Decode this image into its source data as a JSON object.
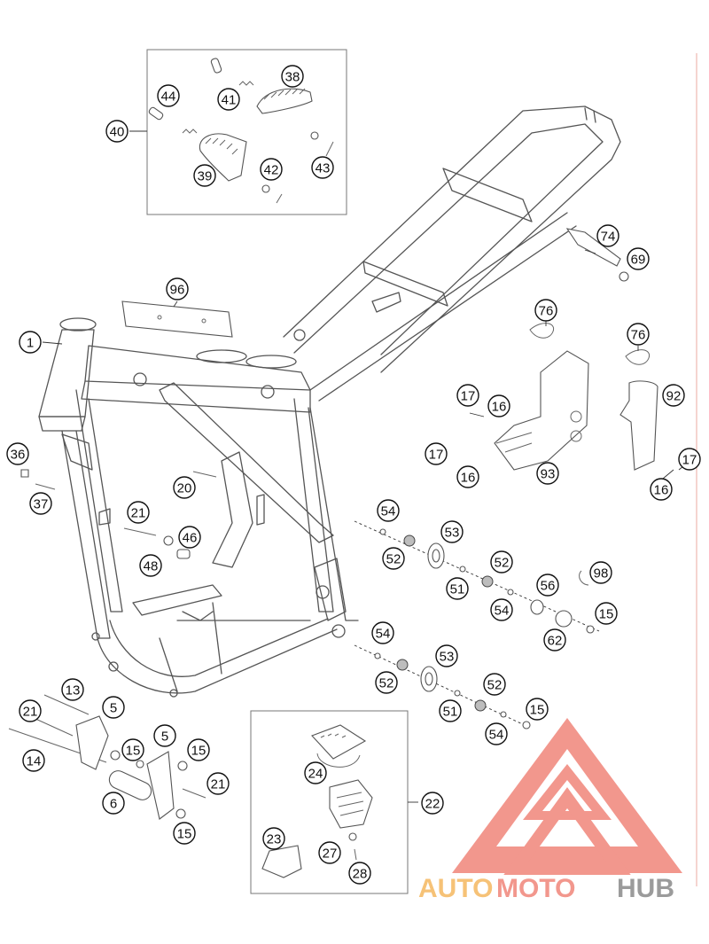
{
  "colors": {
    "line": "#555555",
    "callout_stroke": "#111111",
    "watermark_red": "#f0857a",
    "watermark_orange": "#f5b860",
    "watermark_gray": "#8a8a8a",
    "side_rule": "#f2c6c0"
  },
  "callouts": [
    {
      "label": "1"
    },
    {
      "label": "96"
    },
    {
      "label": "40"
    },
    {
      "label": "44"
    },
    {
      "label": "41"
    },
    {
      "label": "38"
    },
    {
      "label": "39"
    },
    {
      "label": "42"
    },
    {
      "label": "43"
    },
    {
      "label": "74"
    },
    {
      "label": "69"
    },
    {
      "label": "76"
    },
    {
      "label": "76"
    },
    {
      "label": "92"
    },
    {
      "label": "17"
    },
    {
      "label": "16"
    },
    {
      "label": "17"
    },
    {
      "label": "16"
    },
    {
      "label": "93"
    },
    {
      "label": "17"
    },
    {
      "label": "16"
    },
    {
      "label": "36"
    },
    {
      "label": "37"
    },
    {
      "label": "20"
    },
    {
      "label": "21"
    },
    {
      "label": "46"
    },
    {
      "label": "48"
    },
    {
      "label": "54"
    },
    {
      "label": "53"
    },
    {
      "label": "52"
    },
    {
      "label": "52"
    },
    {
      "label": "51"
    },
    {
      "label": "56"
    },
    {
      "label": "98"
    },
    {
      "label": "54"
    },
    {
      "label": "62"
    },
    {
      "label": "15"
    },
    {
      "label": "54"
    },
    {
      "label": "53"
    },
    {
      "label": "52"
    },
    {
      "label": "52"
    },
    {
      "label": "51"
    },
    {
      "label": "15"
    },
    {
      "label": "54"
    },
    {
      "label": "13"
    },
    {
      "label": "5"
    },
    {
      "label": "21"
    },
    {
      "label": "14"
    },
    {
      "label": "15"
    },
    {
      "label": "5"
    },
    {
      "label": "15"
    },
    {
      "label": "6"
    },
    {
      "label": "21"
    },
    {
      "label": "15"
    },
    {
      "label": "24"
    },
    {
      "label": "22"
    },
    {
      "label": "23"
    },
    {
      "label": "27"
    },
    {
      "label": "28"
    }
  ],
  "watermark": {
    "part1": "AUTO",
    "part2": "MOTO",
    "part3": "HUB"
  }
}
